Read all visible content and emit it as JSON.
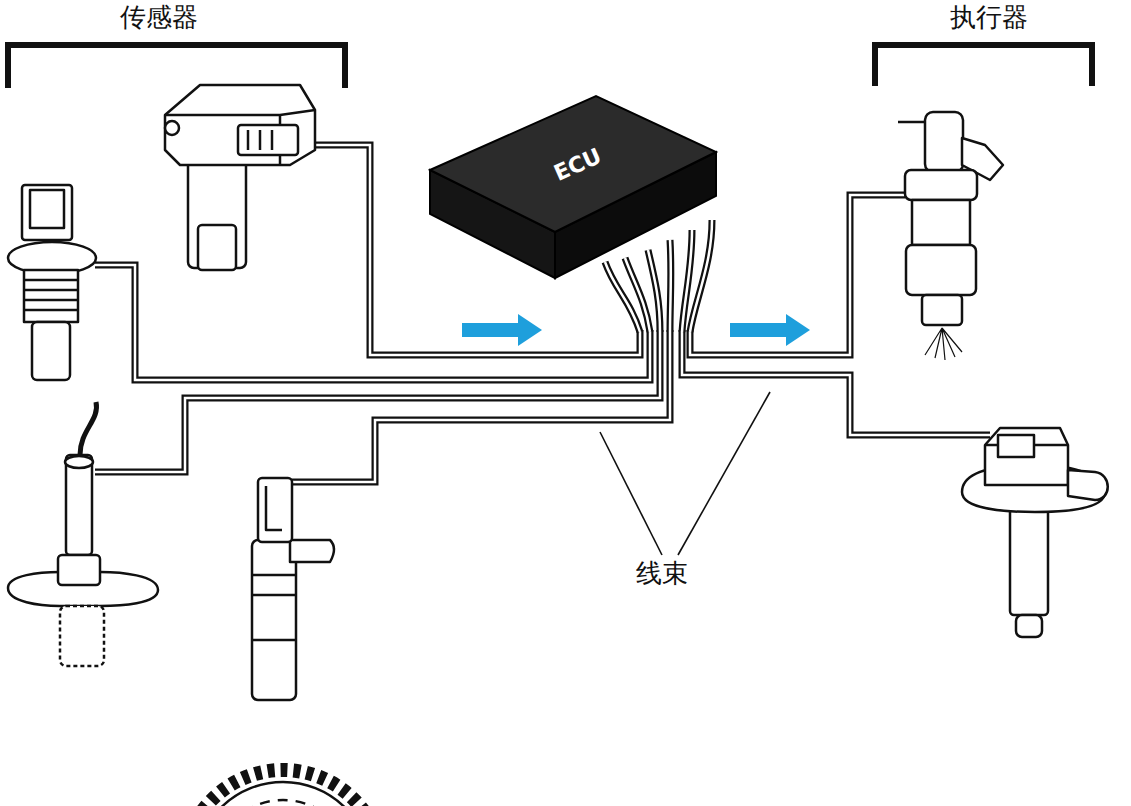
{
  "diagram": {
    "nodes": [
      {
        "text": [
          "ECU"
        ]
      }
    ],
    "labels": [
      "传感器",
      "执行器",
      "线束"
    ]
  }
}
